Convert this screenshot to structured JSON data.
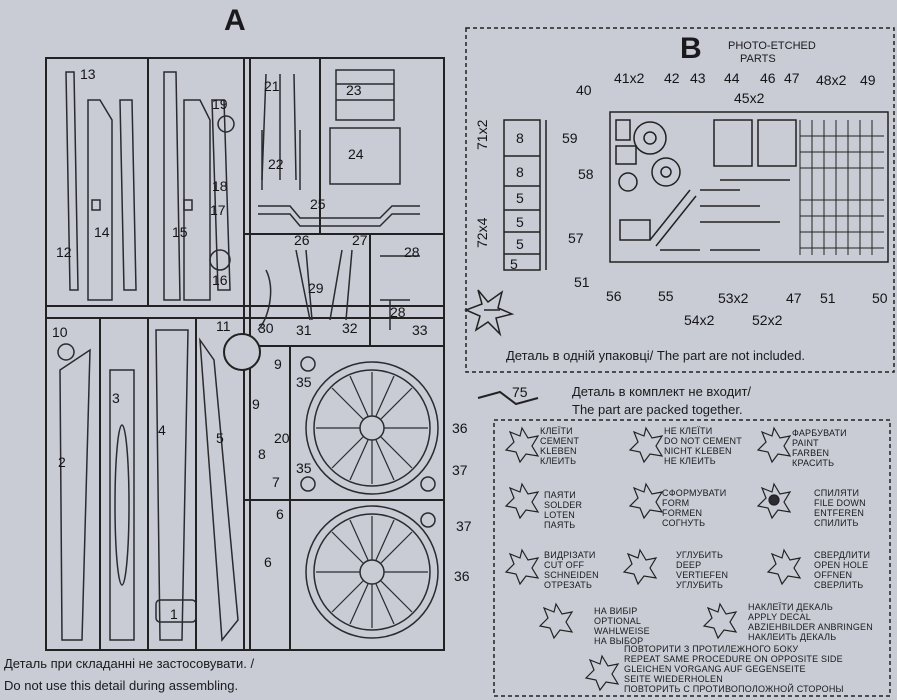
{
  "sprue_a": {
    "title": "A",
    "labels": [
      "13",
      "12",
      "14",
      "15",
      "19",
      "18",
      "17",
      "16",
      "21",
      "22",
      "23",
      "24",
      "25",
      "26",
      "27",
      "28",
      "29",
      "30",
      "31",
      "32",
      "33",
      "28",
      "10",
      "11",
      "3",
      "2",
      "4",
      "5",
      "9",
      "20",
      "8",
      "7",
      "6",
      "6",
      "1",
      "35",
      "35",
      "36",
      "37",
      "37",
      "36",
      "9"
    ],
    "bottom_note_ua": "Деталь при складанні не застосовувати. /",
    "bottom_note_en": "Do not use this detail during assembling."
  },
  "photo_etched": {
    "title": "B",
    "subtitle_line1": "PHOTO-ETCHED",
    "subtitle_line2": "PARTS",
    "top_labels": [
      "40",
      "41x2",
      "42",
      "43",
      "44",
      "46",
      "47",
      "48x2",
      "49",
      "45x2"
    ],
    "left_labels": [
      "59",
      "58",
      "57",
      "51",
      "56",
      "55",
      "53x2",
      "54x2",
      "52x2",
      "47",
      "51",
      "50"
    ],
    "dims": [
      "8",
      "8",
      "5",
      "5",
      "5",
      "5"
    ],
    "side_dims": [
      "71x2",
      "72x4"
    ],
    "note": "Деталь в одній упаковці/  The part are not included."
  },
  "part75": {
    "label": "75",
    "note_line1": "Деталь в комплект не входит/",
    "note_line2": "The part are packed together."
  },
  "symbols": [
    {
      "icon": "cement-icon",
      "lines": [
        "КЛЕЇТИ",
        "CEMENT",
        "KLEBEN",
        "КЛЕИТЬ"
      ]
    },
    {
      "icon": "no-cement-icon",
      "lines": [
        "НЕ КЛЕЇТИ",
        "DO NOT CEMENT",
        "NICHT KLEBEN",
        "НЕ КЛЕИТЬ"
      ]
    },
    {
      "icon": "paint-icon",
      "lines": [
        "ФАРБУВАТИ",
        "PAINT",
        "FARBEN",
        "КРАСИТЬ"
      ]
    },
    {
      "icon": "solder-icon",
      "lines": [
        "ПАЯТИ",
        "SOLDER",
        "LOTEN",
        "ПАЯТЬ"
      ]
    },
    {
      "icon": "form-icon",
      "lines": [
        "СФОРМУВАТИ",
        "FORM",
        "FORMEN",
        "СОГНУТЬ"
      ]
    },
    {
      "icon": "file-down-icon",
      "lines": [
        "СПИЛЯТИ",
        "FILE DOWN",
        "ENTFEREN",
        "СПИЛИТЬ"
      ]
    },
    {
      "icon": "cut-off-icon",
      "lines": [
        "ВИДРІЗАТИ",
        "CUT OFF",
        "SCHNEIDEN",
        "ОТРЕЗАТЬ"
      ]
    },
    {
      "icon": "deep-icon",
      "lines": [
        "УГЛУБИТЬ",
        "DEEP",
        "VERTIEFEN",
        "УГЛУБИТЬ"
      ]
    },
    {
      "icon": "open-hole-icon",
      "lines": [
        "СВЕРДЛИТИ",
        "OPEN HOLE",
        "OFFNEN",
        "СВЕРЛИТЬ"
      ]
    },
    {
      "icon": "optional-icon",
      "lines": [
        "НА ВИБІР",
        "OPTIONAL",
        "WAHLWEISE",
        "НА ВЫБОР"
      ]
    },
    {
      "icon": "decal-icon",
      "lines": [
        "НАКЛЕЇТИ ДЕКАЛЬ",
        "APPLY DECAL",
        "ABZIEHBILDER ANBRINGEN",
        "НАКЛЕИТЬ ДЕКАЛЬ"
      ]
    },
    {
      "icon": "repeat-icon",
      "lines": [
        "ПОВТОРИТИ З ПРОТИЛЕЖНОГО БОКУ",
        "REPEAT SAME PROCEDURE ON OPPOSITE SIDE",
        "GLEICHEN VORGANG AUF GEGENSEITE",
        "SEITE WIEDERHOLEN",
        "ПОВТОРИТЬ С ПРОТИВОПОЛОЖНОЙ СТОРОНЫ"
      ]
    }
  ]
}
